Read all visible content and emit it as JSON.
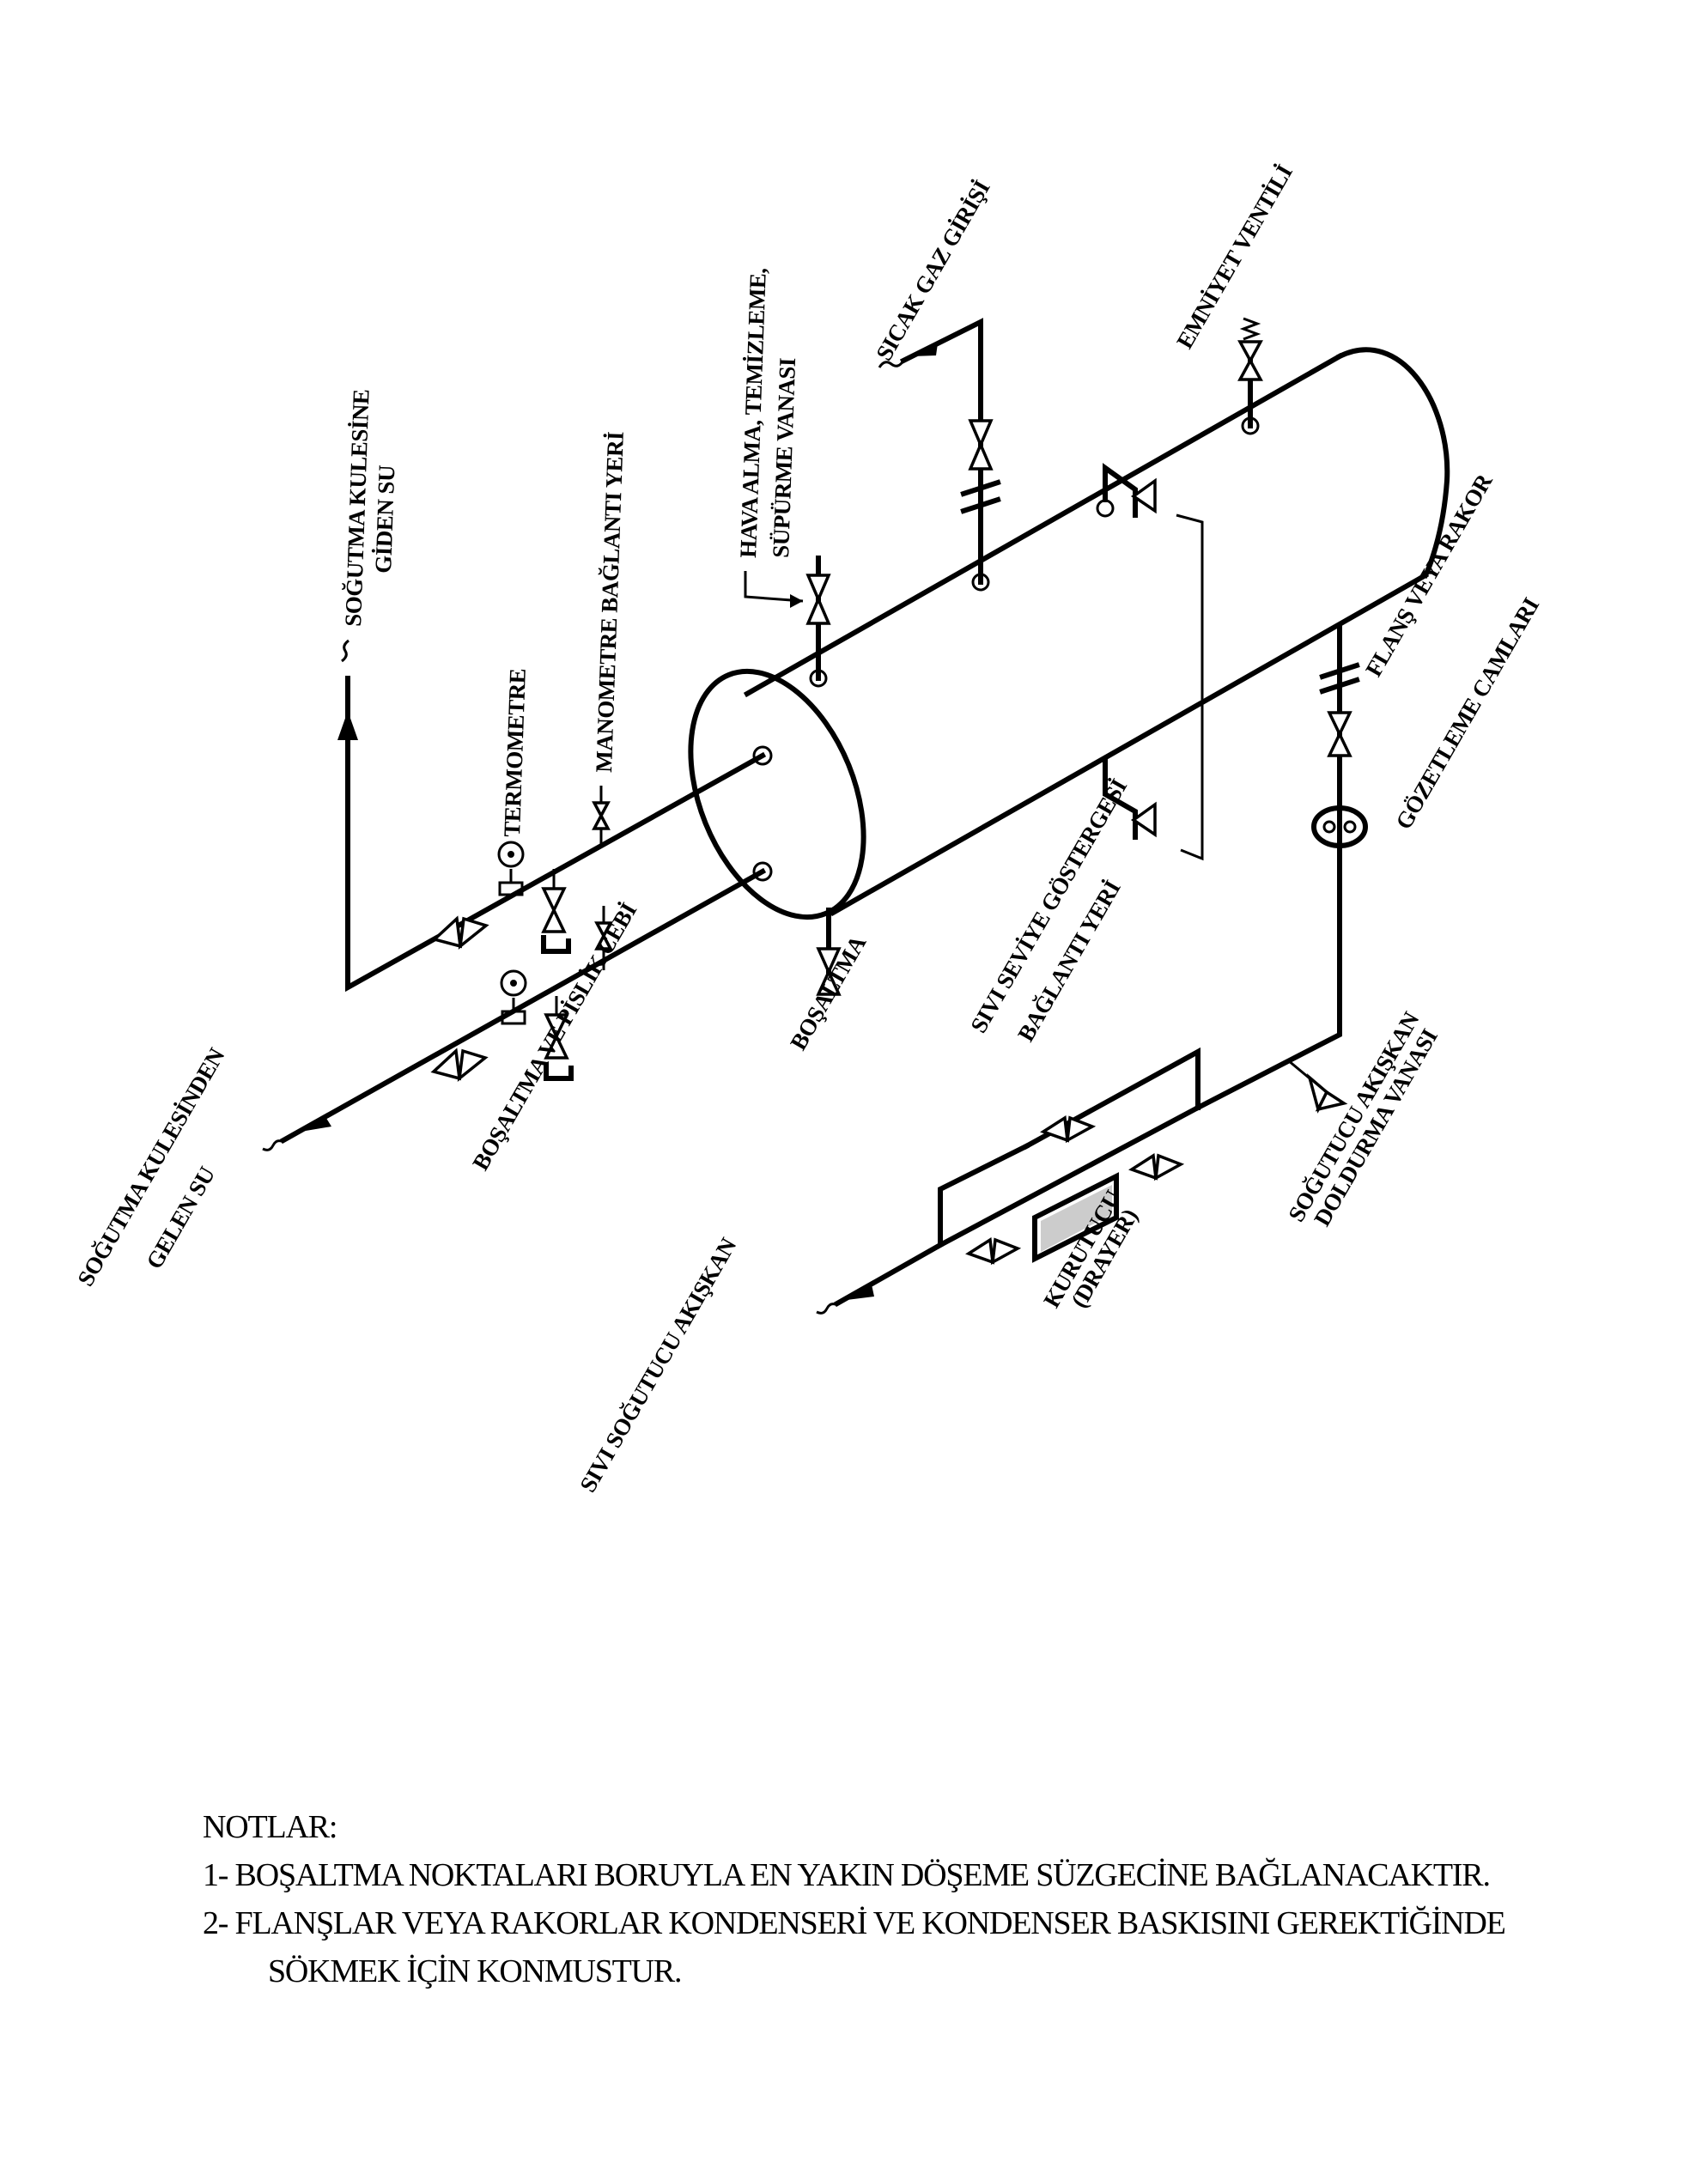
{
  "labels": {
    "sicak_gaz_girisi": "SICAK GAZ GİRİŞİ",
    "emniyet_ventili": "EMNİYET VENTİLİ",
    "hava_alma_1": "HAVA ALMA, TEMİZLEME,",
    "hava_alma_2": "SÜPÜRME VANASI",
    "sogutma_kulesine_1": "SOĞUTMA KULESİNE",
    "sogutma_kulesine_2": "GİDEN SU",
    "manometre": "MANOMETRE BAĞLANTI YERİ",
    "termometre": "TERMOMETRE",
    "flans_veya_rakor": "FLANŞ VEYA RAKOR",
    "gozetleme_camlari": "GÖZETLEME CAMLARI",
    "bosaltma": "BOŞALTMA",
    "sivi_seviye_1": "SIVI SEVİYE GÖSTERGESİ",
    "sivi_seviye_2": "BAĞLANTI YERİ",
    "bosaltma_pislik": "BOŞALTMA VE PİSLİK CEBİ",
    "sogutma_kulesinden_1": "SOĞUTMA KULESİNDEN",
    "sogutma_kulesinden_2": "GELEN SU",
    "sogutucu_doldurma_1": "SOĞUTUCU AKIŞKAN",
    "sogutucu_doldurma_2": "DOLDURMA VANASI",
    "kurutucu_1": "KURUTUCU",
    "kurutucu_2": "(DRAYER)",
    "sivi_sogutucu": "SIVI SOĞUTUCU AKIŞKAN"
  },
  "notes": {
    "title": "NOTLAR:",
    "note1": "1- BOŞALTMA NOKTALARI BORUYLA EN YAKIN DÖŞEME SÜZGECİNE BAĞLANACAKTIR.",
    "note2a": "2- FLANŞLAR VEYA RAKORLAR KONDENSERİ VE KONDENSER BASKISINI GEREKTİĞİNDE",
    "note2b": "SÖKMEK İÇİN KONMUSTUR."
  }
}
